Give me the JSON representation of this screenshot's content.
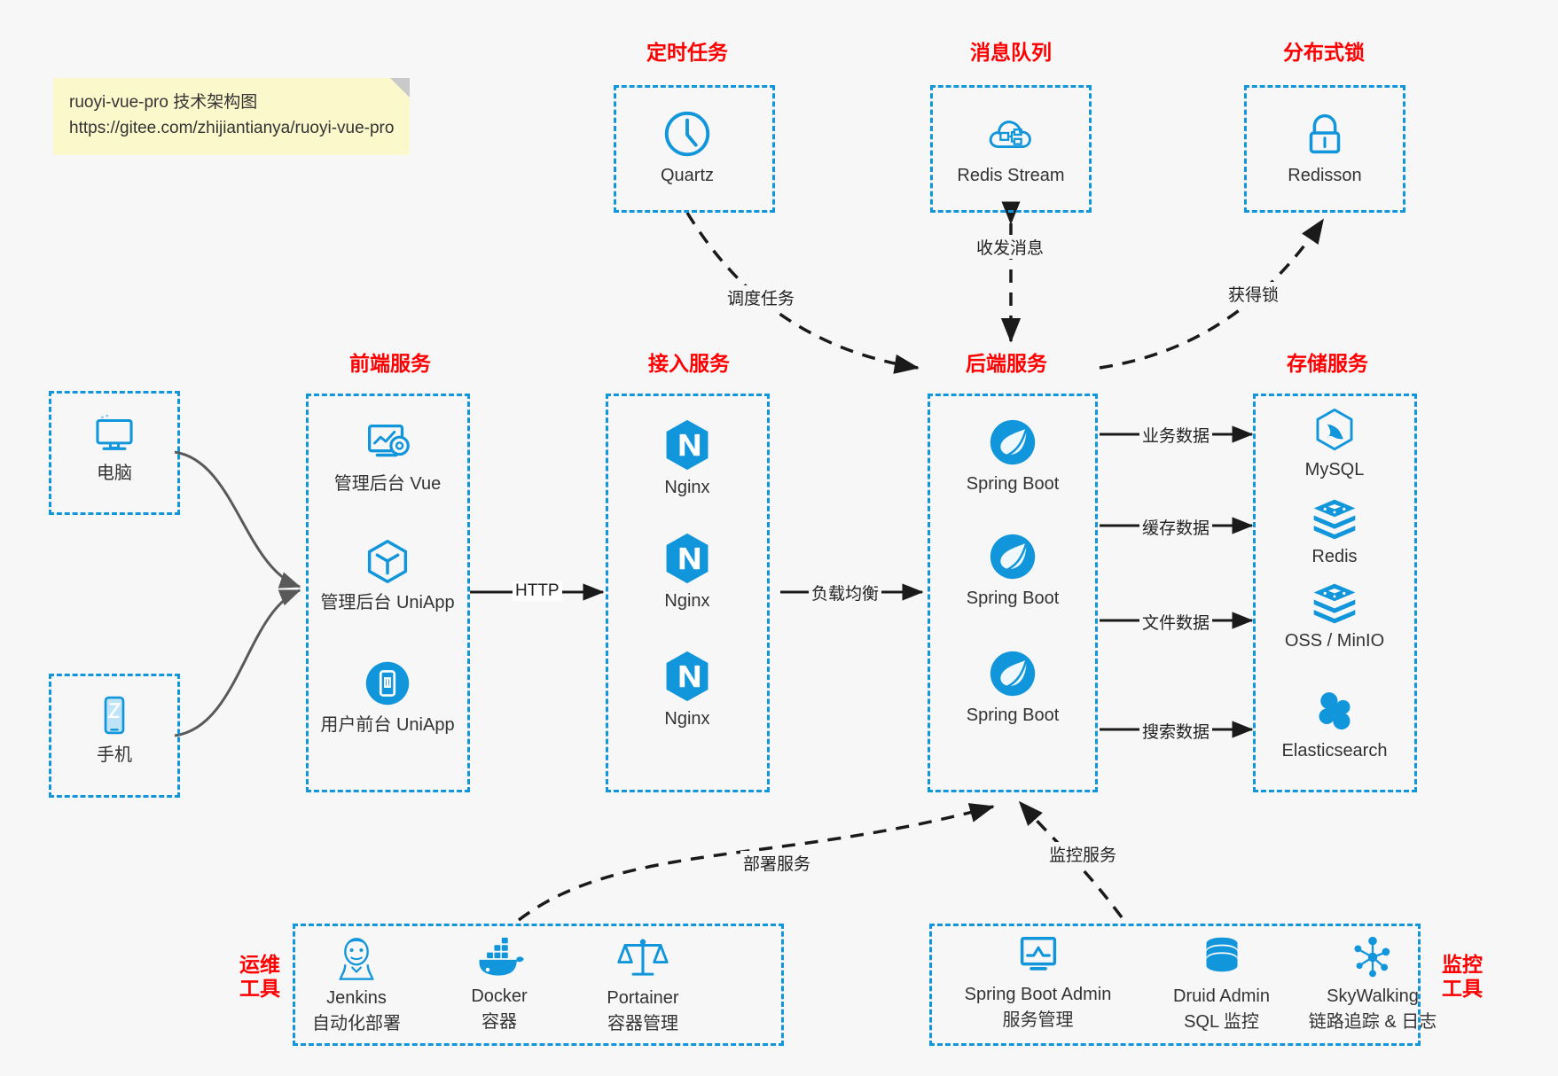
{
  "note": {
    "line1": "ruoyi-vue-pro 技术架构图",
    "line2": "https://gitee.com/zhijiantianya/ruoyi-vue-pro"
  },
  "groups": {
    "scheduled_task": {
      "title": "定时任务"
    },
    "message_queue": {
      "title": "消息队列"
    },
    "distributed_lock": {
      "title": "分布式锁"
    },
    "frontend": {
      "title": "前端服务"
    },
    "gateway": {
      "title": "接入服务"
    },
    "backend": {
      "title": "后端服务"
    },
    "storage": {
      "title": "存储服务"
    },
    "devops": {
      "title_line1": "运维",
      "title_line2": "工具"
    },
    "monitor": {
      "title_line1": "监控",
      "title_line2": "工具"
    }
  },
  "clients": [
    {
      "label": "电脑",
      "icon": "desktop-icon"
    },
    {
      "label": "手机",
      "icon": "mobile-icon"
    }
  ],
  "scheduled_task_nodes": [
    {
      "label": "Quartz",
      "icon": "clock-icon"
    }
  ],
  "message_queue_nodes": [
    {
      "label": "Redis Stream",
      "icon": "cloud-stream-icon"
    }
  ],
  "distributed_lock_nodes": [
    {
      "label": "Redisson",
      "icon": "lock-icon"
    }
  ],
  "frontend_nodes": [
    {
      "label": "管理后台 Vue",
      "icon": "dashboard-gear-icon"
    },
    {
      "label": "管理后台 UniApp",
      "icon": "cube-icon"
    },
    {
      "label": "用户前台 UniApp",
      "icon": "phone-app-icon"
    }
  ],
  "gateway_nodes": [
    {
      "label": "Nginx",
      "icon": "nginx-icon"
    },
    {
      "label": "Nginx",
      "icon": "nginx-icon"
    },
    {
      "label": "Nginx",
      "icon": "nginx-icon"
    }
  ],
  "backend_nodes": [
    {
      "label": "Spring Boot",
      "icon": "spring-boot-icon"
    },
    {
      "label": "Spring Boot",
      "icon": "spring-boot-icon"
    },
    {
      "label": "Spring Boot",
      "icon": "spring-boot-icon"
    }
  ],
  "storage_nodes": [
    {
      "label": "MySQL",
      "icon": "mysql-icon"
    },
    {
      "label": "Redis",
      "icon": "redis-icon"
    },
    {
      "label": "OSS / MinIO",
      "icon": "oss-icon"
    },
    {
      "label": "Elasticsearch",
      "icon": "elasticsearch-icon"
    }
  ],
  "devops_nodes": [
    {
      "name": "Jenkins",
      "desc": "自动化部署",
      "icon": "jenkins-icon"
    },
    {
      "name": "Docker",
      "desc": "容器",
      "icon": "docker-icon"
    },
    {
      "name": "Portainer",
      "desc": "容器管理",
      "icon": "scales-icon"
    }
  ],
  "monitor_nodes": [
    {
      "name": "Spring Boot Admin",
      "desc": "服务管理",
      "icon": "monitor-chart-icon"
    },
    {
      "name": "Druid Admin",
      "desc": "SQL 监控",
      "icon": "database-icon"
    },
    {
      "name": "SkyWalking",
      "desc": "链路追踪 & 日志",
      "icon": "skywalking-icon"
    }
  ],
  "edges": {
    "http": "HTTP",
    "load_balance": "负载均衡",
    "schedule_task": "调度任务",
    "send_receive_message": "收发消息",
    "acquire_lock": "获得锁",
    "business_data": "业务数据",
    "cache_data": "缓存数据",
    "file_data": "文件数据",
    "search_data": "搜索数据",
    "deploy_service": "部署服务",
    "monitor_service": "监控服务"
  },
  "colors": {
    "accent": "#1296db",
    "title": "#ff0000",
    "background": "#f7f7f7",
    "note": "#fbf8cc",
    "wire": "#595959",
    "text": "#333333"
  }
}
